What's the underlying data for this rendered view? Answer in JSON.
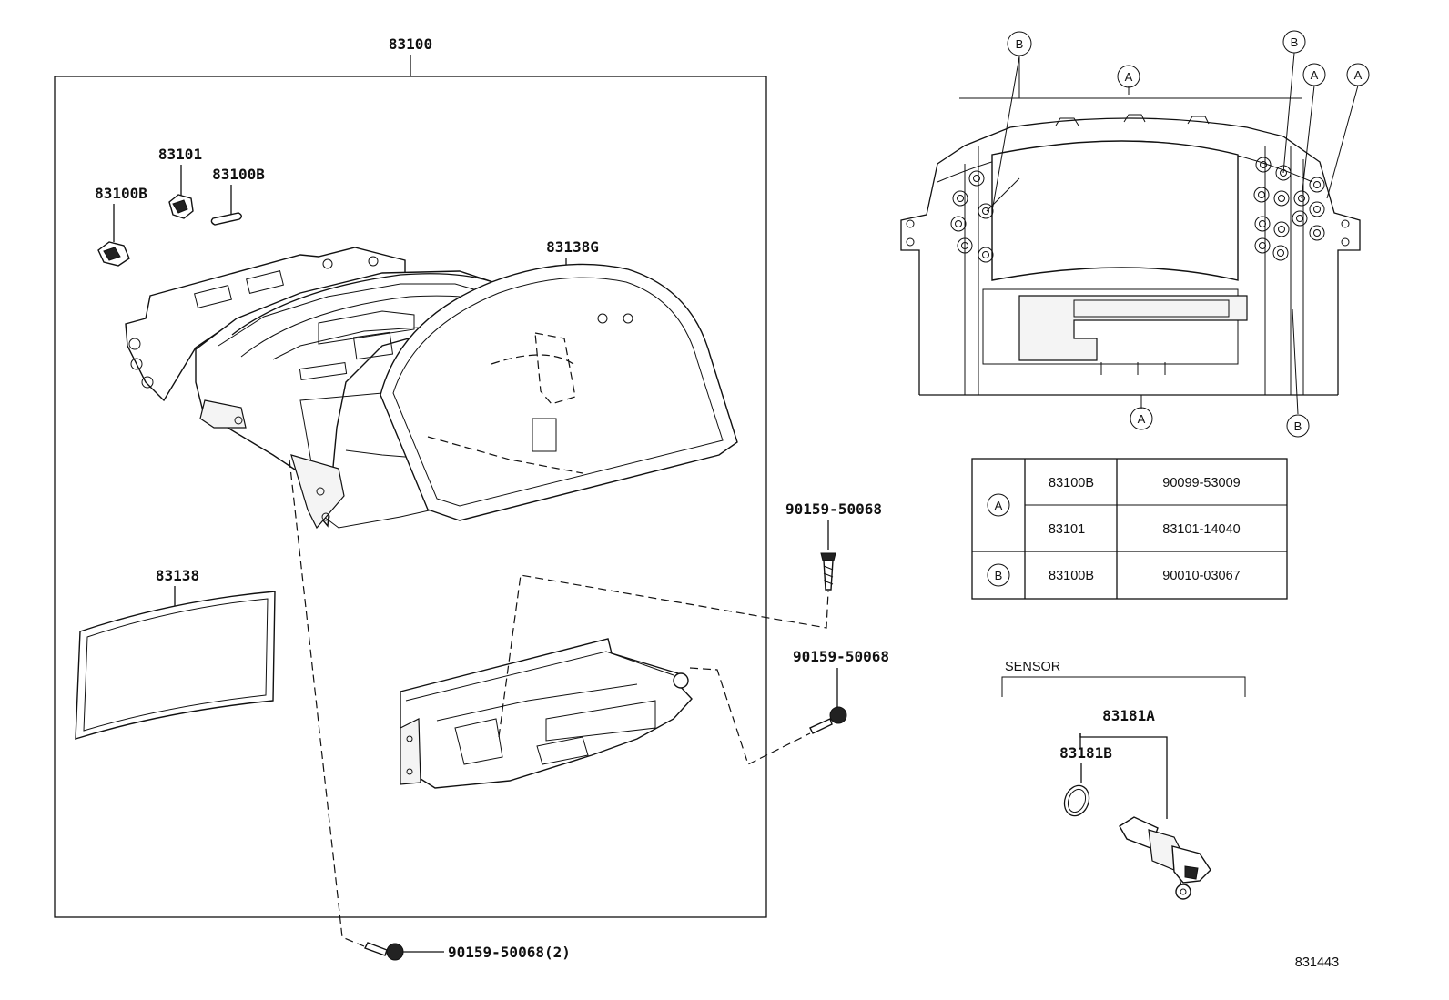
{
  "labels": {
    "assembly": "83100",
    "clip_83101": "83101",
    "clip_83100b_top": "83100B",
    "clip_83100b_left": "83100B",
    "lens_83138g": "83138G",
    "plate_83138": "83138",
    "screw_upper": "90159-50068",
    "screw_middle": "90159-50068",
    "screw_bottom": "90159-50068(2)",
    "sensor_83181a": "83181A",
    "sensor_83181b": "83181B",
    "sensor_heading": "SENSOR",
    "figure_number": "831443"
  },
  "callouts": {
    "a": "A",
    "b": "B"
  },
  "legend_table": {
    "rows": [
      {
        "key": "A",
        "part": "83100B",
        "number": "90099-53009"
      },
      {
        "key": "",
        "part": "83101",
        "number": "83101-14040"
      },
      {
        "key": "B",
        "part": "83100B",
        "number": "90010-03067"
      }
    ]
  }
}
